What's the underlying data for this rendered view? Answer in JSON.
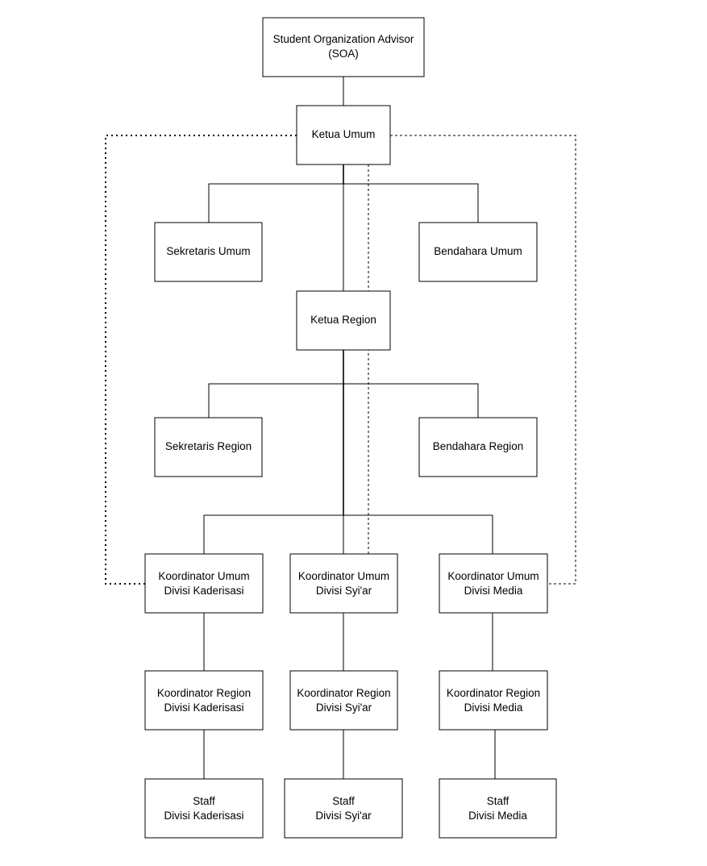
{
  "diagram": {
    "type": "organization-chart",
    "nodes": {
      "soa": [
        "Student Organization Advisor",
        "(SOA)"
      ],
      "ketua_umum": [
        "Ketua Umum"
      ],
      "sekretaris_umum": [
        "Sekretaris Umum"
      ],
      "bendahara_umum": [
        "Bendahara Umum"
      ],
      "ketua_region": [
        "Ketua Region"
      ],
      "sekretaris_region": [
        "Sekretaris Region"
      ],
      "bendahara_region": [
        "Bendahara Region"
      ],
      "koor_umum_kaderisasi": [
        "Koordinator Umum",
        "Divisi Kaderisasi"
      ],
      "koor_umum_syiar": [
        "Koordinator Umum",
        "Divisi Syi'ar"
      ],
      "koor_umum_media": [
        "Koordinator Umum",
        "Divisi Media"
      ],
      "koor_region_kaderisasi": [
        "Koordinator Region",
        "Divisi Kaderisasi"
      ],
      "koor_region_syiar": [
        "Koordinator Region",
        "Divisi Syi'ar"
      ],
      "koor_region_media": [
        "Koordinator Region",
        "Divisi Media"
      ],
      "staff_kaderisasi": [
        "Staff",
        "Divisi Kaderisasi"
      ],
      "staff_syiar": [
        "Staff",
        "Divisi Syi'ar"
      ],
      "staff_media": [
        "Staff",
        "Divisi Media"
      ]
    },
    "connections": [
      {
        "from": "soa",
        "to": "ketua_umum",
        "style": "solid"
      },
      {
        "from": "ketua_umum",
        "to": "sekretaris_umum",
        "style": "solid"
      },
      {
        "from": "ketua_umum",
        "to": "bendahara_umum",
        "style": "solid"
      },
      {
        "from": "ketua_umum",
        "to": "ketua_region",
        "style": "solid"
      },
      {
        "from": "ketua_region",
        "to": "sekretaris_region",
        "style": "solid"
      },
      {
        "from": "ketua_region",
        "to": "bendahara_region",
        "style": "solid"
      },
      {
        "from": "ketua_region",
        "to": "koor_umum_kaderisasi",
        "style": "solid"
      },
      {
        "from": "ketua_region",
        "to": "koor_umum_syiar",
        "style": "solid"
      },
      {
        "from": "ketua_region",
        "to": "koor_umum_media",
        "style": "solid"
      },
      {
        "from": "koor_umum_kaderisasi",
        "to": "koor_region_kaderisasi",
        "style": "solid"
      },
      {
        "from": "koor_umum_syiar",
        "to": "koor_region_syiar",
        "style": "solid"
      },
      {
        "from": "koor_umum_media",
        "to": "koor_region_media",
        "style": "solid"
      },
      {
        "from": "koor_region_kaderisasi",
        "to": "staff_kaderisasi",
        "style": "solid"
      },
      {
        "from": "koor_region_syiar",
        "to": "staff_syiar",
        "style": "solid"
      },
      {
        "from": "koor_region_media",
        "to": "staff_media",
        "style": "solid"
      },
      {
        "from": "ketua_umum",
        "to": "koor_umum_kaderisasi",
        "style": "dotted"
      },
      {
        "from": "ketua_umum",
        "to": "koor_umum_syiar",
        "style": "dashed"
      },
      {
        "from": "ketua_umum",
        "to": "koor_umum_media",
        "style": "dashed"
      }
    ]
  }
}
